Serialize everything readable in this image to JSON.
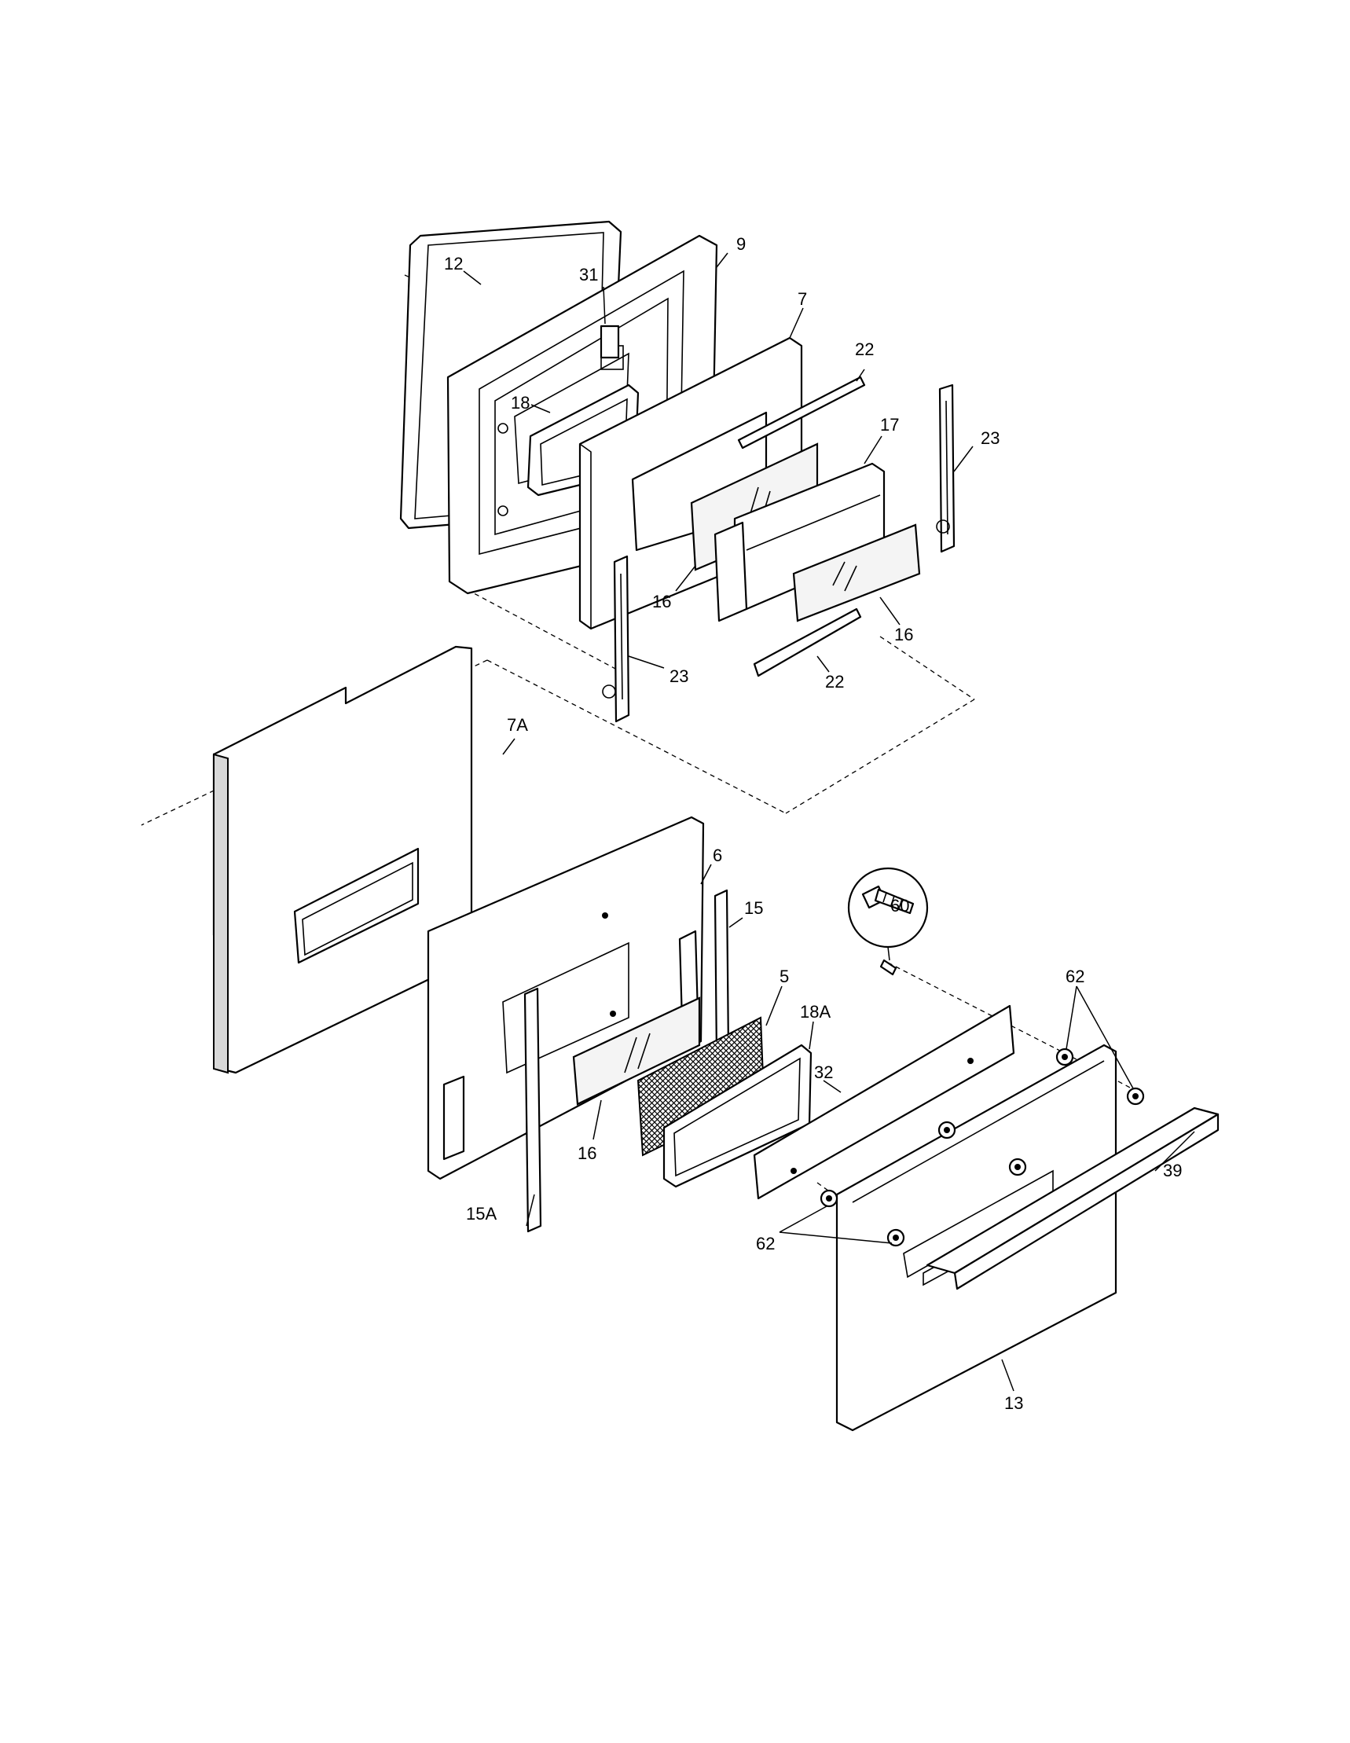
{
  "callouts": {
    "c12": "12",
    "c31": "31",
    "c9": "9",
    "c7": "7",
    "c22a": "22",
    "c18": "18",
    "c17": "17",
    "c23a": "23",
    "c16a": "16",
    "c16b": "16",
    "c23b": "23",
    "c22b": "22",
    "c7A": "7A",
    "c6": "6",
    "c60": "60",
    "c15": "15",
    "c5": "5",
    "c18A": "18A",
    "c62a": "62",
    "c32": "32",
    "c16c": "16",
    "c39": "39",
    "c15A": "15A",
    "c62b": "62",
    "c13": "13"
  }
}
